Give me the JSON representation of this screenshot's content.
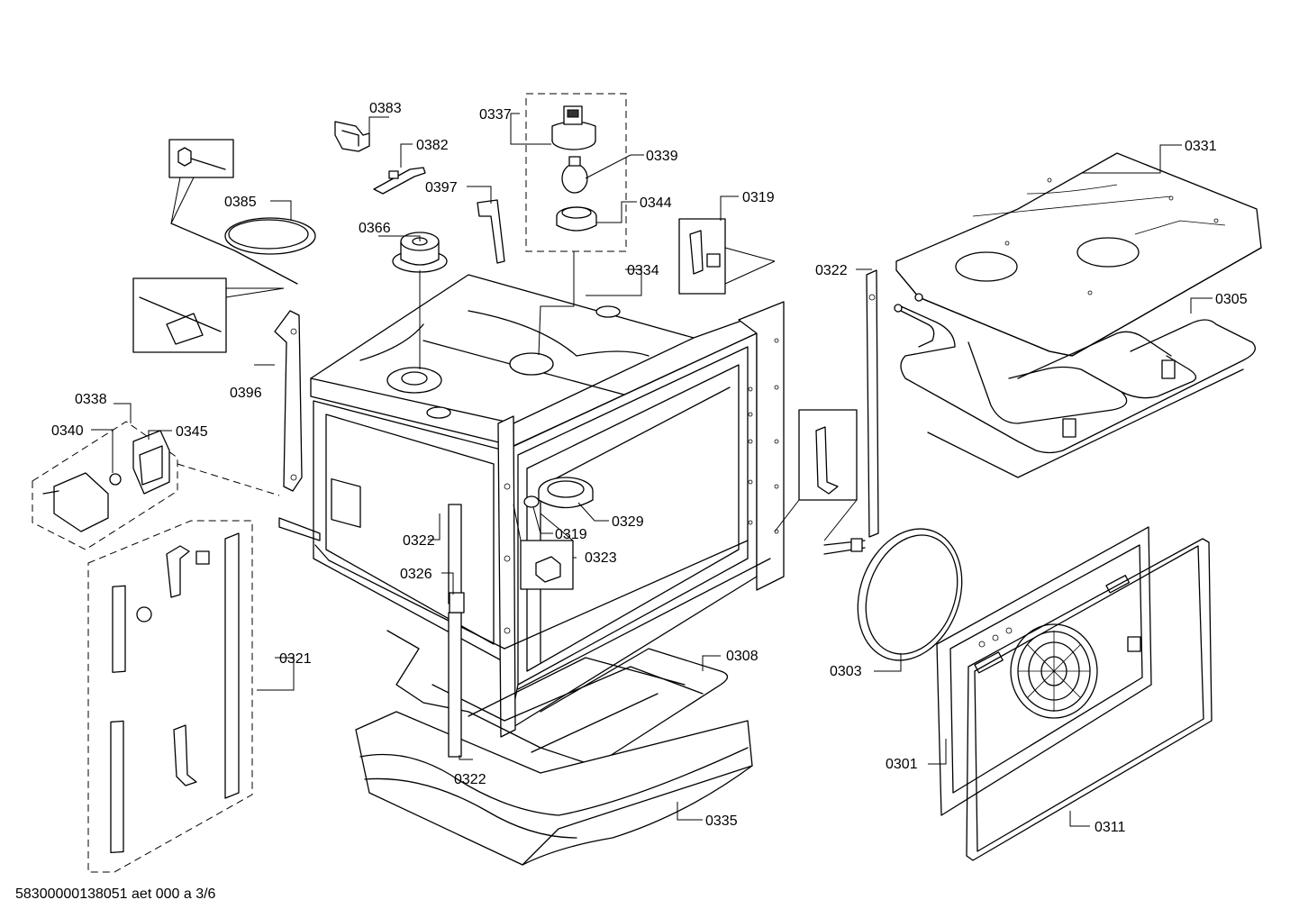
{
  "diagram": {
    "footer": "58300000138051 aet 000 a 3/6",
    "callouts": [
      {
        "id": "c0383",
        "text": "0383"
      },
      {
        "id": "c0382",
        "text": "0382"
      },
      {
        "id": "c0337",
        "text": "0337"
      },
      {
        "id": "c0339",
        "text": "0339"
      },
      {
        "id": "c0331",
        "text": "0331"
      },
      {
        "id": "c0385",
        "text": "0385"
      },
      {
        "id": "c0397",
        "text": "0397"
      },
      {
        "id": "c0344",
        "text": "0344"
      },
      {
        "id": "c0319a",
        "text": "0319"
      },
      {
        "id": "c0366",
        "text": "0366"
      },
      {
        "id": "c0334",
        "text": "0334"
      },
      {
        "id": "c0322a",
        "text": "0322"
      },
      {
        "id": "c0305",
        "text": "0305"
      },
      {
        "id": "c0396",
        "text": "0396"
      },
      {
        "id": "c0338",
        "text": "0338"
      },
      {
        "id": "c0340",
        "text": "0340"
      },
      {
        "id": "c0345",
        "text": "0345"
      },
      {
        "id": "c0329",
        "text": "0329"
      },
      {
        "id": "c0319b",
        "text": "0319"
      },
      {
        "id": "c0322b",
        "text": "0322"
      },
      {
        "id": "c0323",
        "text": "0323"
      },
      {
        "id": "c0326",
        "text": "0326"
      },
      {
        "id": "c0321",
        "text": "0321"
      },
      {
        "id": "c0308",
        "text": "0308"
      },
      {
        "id": "c0303",
        "text": "0303"
      },
      {
        "id": "c0301",
        "text": "0301"
      },
      {
        "id": "c0322c",
        "text": "0322"
      },
      {
        "id": "c0335",
        "text": "0335"
      },
      {
        "id": "c0311",
        "text": "0311"
      }
    ]
  }
}
